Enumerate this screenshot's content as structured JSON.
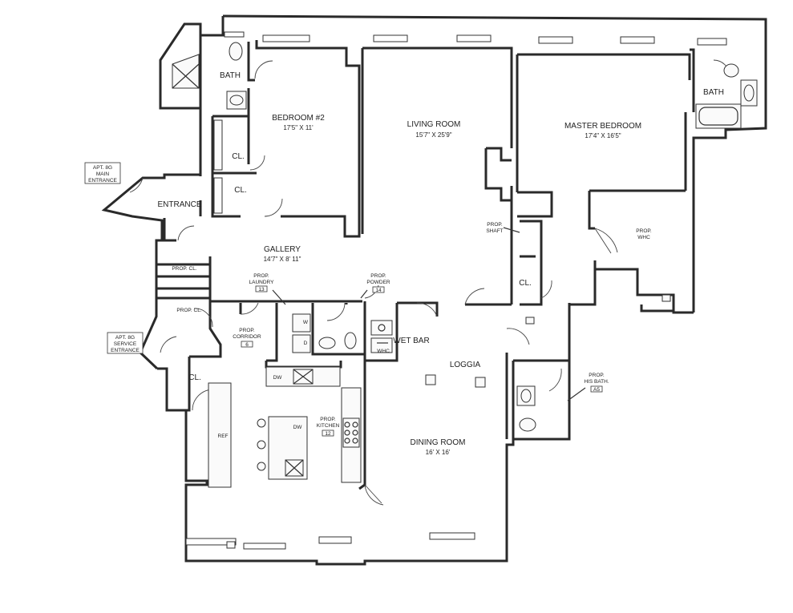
{
  "rooms": {
    "bath_left": "BATH",
    "bedroom2": {
      "name": "BEDROOM #2",
      "dims": "17'5\" X 11'"
    },
    "cl_1": "CL.",
    "cl_2": "CL.",
    "living": {
      "name": "LIVING ROOM",
      "dims": "15'7\" X 25'9\""
    },
    "master": {
      "name": "MASTER BEDROOM",
      "dims": "17'4\" X 16'5\""
    },
    "bath_right": "BATH",
    "entrance": "ENTRANCE",
    "gallery": {
      "name": "GALLERY",
      "dims": "14'7\" X 8' 11\""
    },
    "prop_cl_1": "PROP. CL.",
    "prop_cl_2": "PROP. CL.",
    "prop_laundry": {
      "line1": "PROP.",
      "line2": "LAUNDRY",
      "tag": "13"
    },
    "prop_powder": {
      "line1": "PROP.",
      "line2": "POWDER",
      "tag": "14"
    },
    "prop_shaft": {
      "line1": "PROP.",
      "line2": "SHAFT"
    },
    "prop_whc": {
      "line1": "PROP.",
      "line2": "WHC"
    },
    "cl_3": "CL.",
    "prop_corridor": {
      "line1": "PROP.",
      "line2": "CORRIDOR",
      "tag": "6"
    },
    "wet_bar": "WET BAR",
    "loggia": "LOGGIA",
    "prop_his_bath": {
      "line1": "PROP.",
      "line2": "HIS BATH.",
      "tag": "A5"
    },
    "cl_4": "CL.",
    "ref": "REF",
    "dw_1": "DW",
    "dw_2": "DW",
    "prop_kitchen": {
      "line1": "PROP.",
      "line2": "KITCHEN",
      "tag": "12"
    },
    "dining": {
      "name": "DINING ROOM",
      "dims": "16' X 16'"
    },
    "w_label": "W",
    "d_label": "D",
    "whc_label": "WHC"
  },
  "callouts": {
    "main_entrance": [
      "APT. 8G",
      "MAIN",
      "ENTRANCE"
    ],
    "service_entrance": [
      "APT. 8G",
      "SERVICE",
      "ENTRANCE"
    ]
  }
}
